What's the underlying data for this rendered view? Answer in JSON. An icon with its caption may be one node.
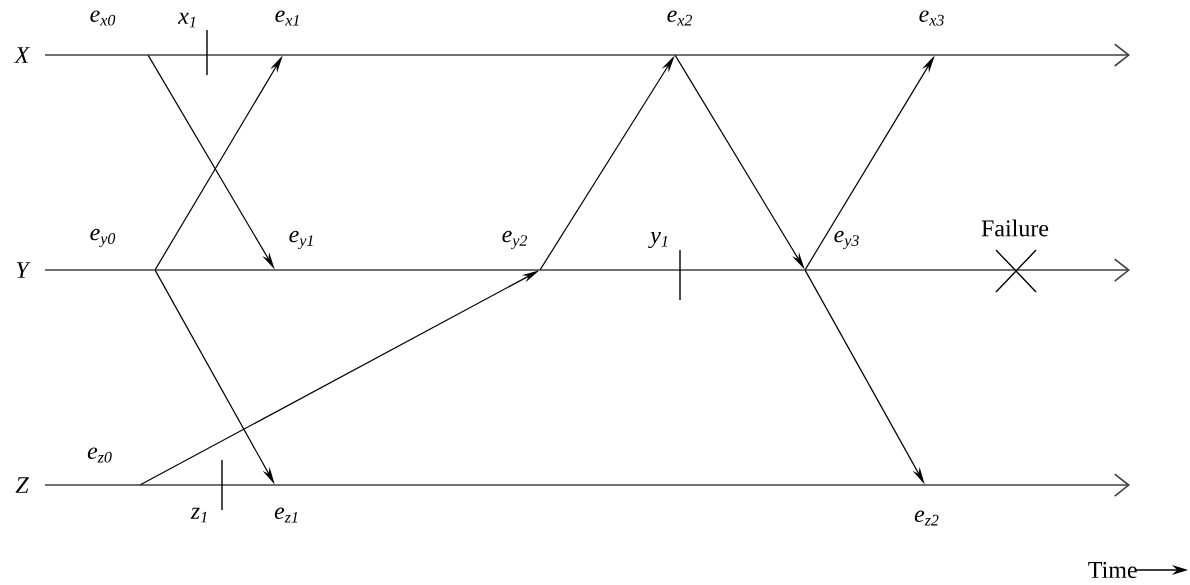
{
  "diagram": {
    "nodes": [
      {
        "text": [
          "e$_{x0}$"
        ]
      },
      {
        "text": [
          "e$_{x1}$"
        ]
      },
      {
        "text": [
          "e$_{x2}$"
        ]
      },
      {
        "text": [
          "e$_{x3}$"
        ]
      },
      {
        "text": [
          "e$_{y0}$"
        ]
      },
      {
        "text": [
          "e$_{y1}$"
        ]
      },
      {
        "text": [
          "e$_{y2}$"
        ]
      },
      {
        "text": [
          "e$_{y3}$"
        ]
      },
      {
        "text": [
          "e$_{z0}$"
        ]
      },
      {
        "text": [
          "e$_{z1}$"
        ]
      },
      {
        "text": [
          "e$_{z2}$"
        ]
      }
    ],
    "edges": [
      {
        "from": 0,
        "to": 5,
        "arrow": "to"
      },
      {
        "from": 4,
        "to": 1,
        "arrow": "to"
      },
      {
        "from": 4,
        "to": 9,
        "arrow": "to"
      },
      {
        "from": 8,
        "to": 6,
        "arrow": "to"
      },
      {
        "from": 6,
        "to": 2,
        "arrow": "to"
      },
      {
        "from": 2,
        "to": 7,
        "arrow": "to"
      },
      {
        "from": 7,
        "to": 3,
        "arrow": "to"
      },
      {
        "from": 7,
        "to": 10,
        "arrow": "to"
      }
    ],
    "labels": [
      "X",
      "x$_{1}$",
      "Y",
      "y$_{1}$",
      "Failure",
      "Z",
      "z$_{1}$",
      "Time"
    ]
  }
}
